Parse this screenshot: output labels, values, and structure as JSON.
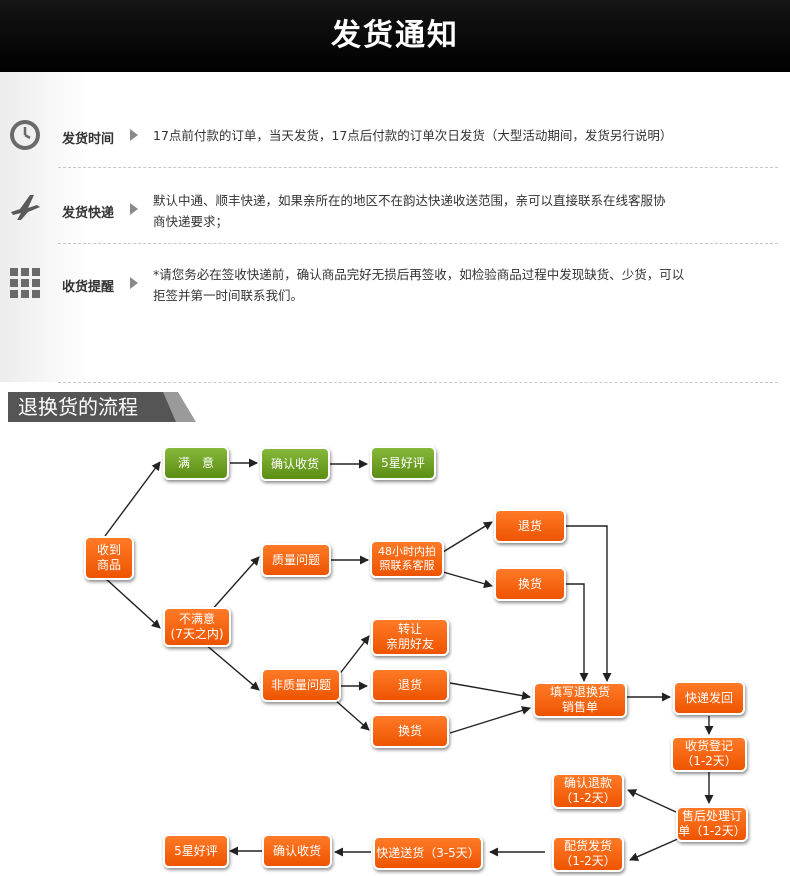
{
  "header": {
    "title": "发货通知"
  },
  "info": [
    {
      "label": "发货时间",
      "icon": "clock-icon",
      "lines": [
        "17点前付款的订单，当天发货，17点后付款的订单次日发货（大型活动期间，发货另行说明）"
      ]
    },
    {
      "label": "发货快递",
      "icon": "airplane-icon",
      "lines": [
        "默认中通、顺丰快递，如果亲所在的地区不在韵达快递收送范围，亲可以直接联系在线客服协",
        "商快递要求；"
      ]
    },
    {
      "label": "收货提醒",
      "icon": "grid-icon",
      "lines": [
        "*请您务必在签收快递前，确认商品完好无损后再签收，如检验商品过程中发现缺货、少货，可以",
        "拒签并第一时间联系我们。"
      ]
    }
  ],
  "flow": {
    "title": "退换货的流程",
    "colors": {
      "orange": "#f26a10",
      "green": "#6fa125"
    },
    "nodes": {
      "received": "收到 商品",
      "satisfied": "满　意",
      "confirm_top": "确认收货",
      "star_top": "5星好评",
      "unsatisfied": "不满意 (7天之内)",
      "quality": "质量问题",
      "photo": "48小时内拍 照联系客服",
      "return_top": "退货",
      "exchange_top": "换货",
      "transfer": "转让 亲朋好友",
      "nonquality": "非质量问题",
      "return_mid": "退货",
      "exchange_mid": "换货",
      "fill_form": "填写退换货 销售单",
      "ship_back": "快递发回",
      "receipt": "收货登记 （1-2天）",
      "process": "售后处理订 单（1-2天）",
      "confirm_refund": "确认退款 （1-2天）",
      "deliver": "配货发货 （1-2天）",
      "express": "快递送货（3-5天）",
      "confirm_bottom": "确认收货",
      "star_bottom": "5星好评"
    }
  }
}
